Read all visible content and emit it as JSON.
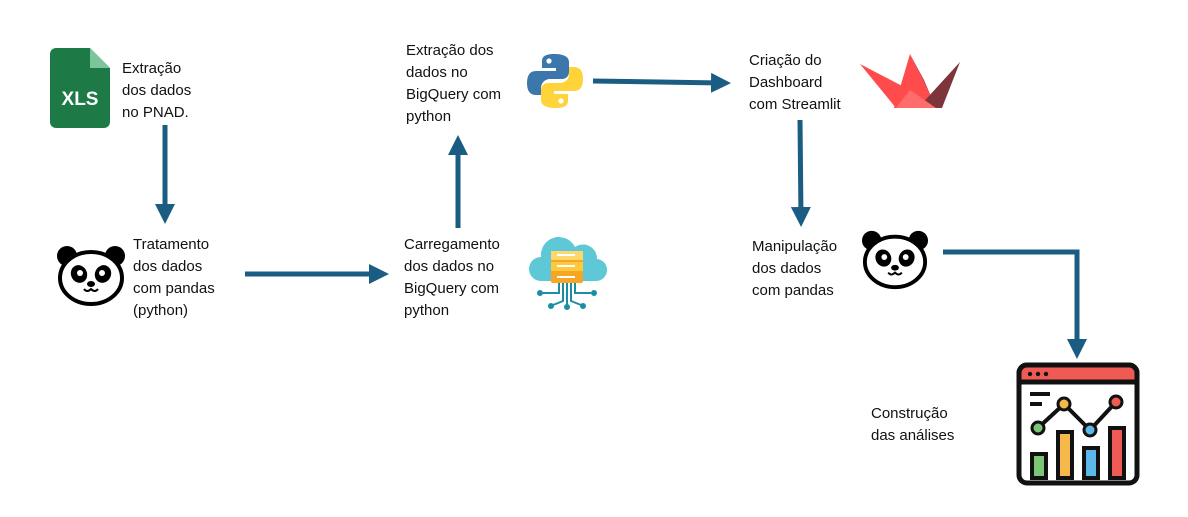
{
  "steps": {
    "extract_pnad": "Extração\ndos  dados\nno PNAD.",
    "treat_pandas": "Tratamento\ndos dados\ncom pandas\n(python)",
    "load_bigquery": "Carregamento\ndos dados no\nBigQuery com\npython",
    "extract_bigquery": "Extração dos\ndados no\nBigQuery com\npython",
    "dashboard": "Criação do\nDashboard\ncom Streamlit",
    "manipulate_pandas": "Manipulação\ndos dados\ncom pandas",
    "analyses": "Construção\ndas análises"
  },
  "icons": {
    "xls_text": "XLS",
    "xls": "excel-file-icon",
    "panda": "panda-icon",
    "cloud": "cloud-server-icon",
    "python": "python-logo-icon",
    "streamlit": "streamlit-logo-icon",
    "chart": "analytics-chart-icon"
  },
  "colors": {
    "arrow": "#1b5c82",
    "excel": "#1d7a46",
    "python_blue": "#3b77ab",
    "python_yellow": "#ffd43b",
    "streamlit": "#ff4b4b",
    "cloud": "#5ec8d6"
  }
}
